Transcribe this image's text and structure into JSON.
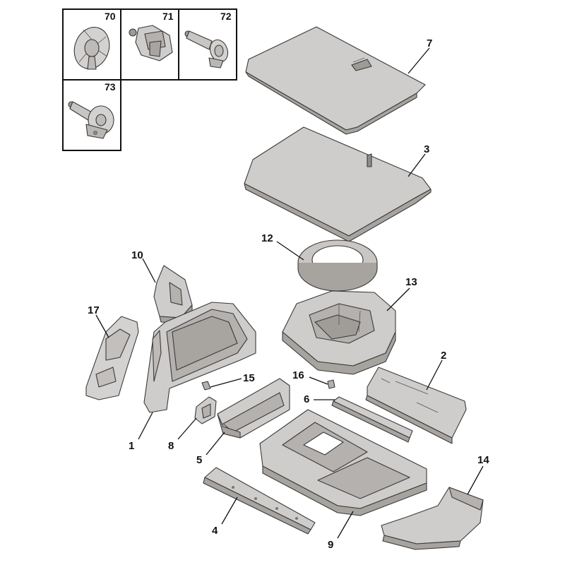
{
  "diagram": {
    "inset_labels": [
      "70",
      "71",
      "72",
      "73"
    ],
    "callouts": {
      "p7": "7",
      "p3": "3",
      "p12": "12",
      "p13": "13",
      "p10": "10",
      "p17": "17",
      "p15": "15",
      "p16": "16",
      "p2": "2",
      "p6": "6",
      "p1": "1",
      "p8": "8",
      "p5": "5",
      "p14": "14",
      "p4": "4",
      "p9": "9"
    },
    "colors": {
      "part_fill": "#cfcdcb",
      "part_shade": "#b9b6b3",
      "part_dark": "#9e9a96",
      "line": "#111111"
    }
  }
}
